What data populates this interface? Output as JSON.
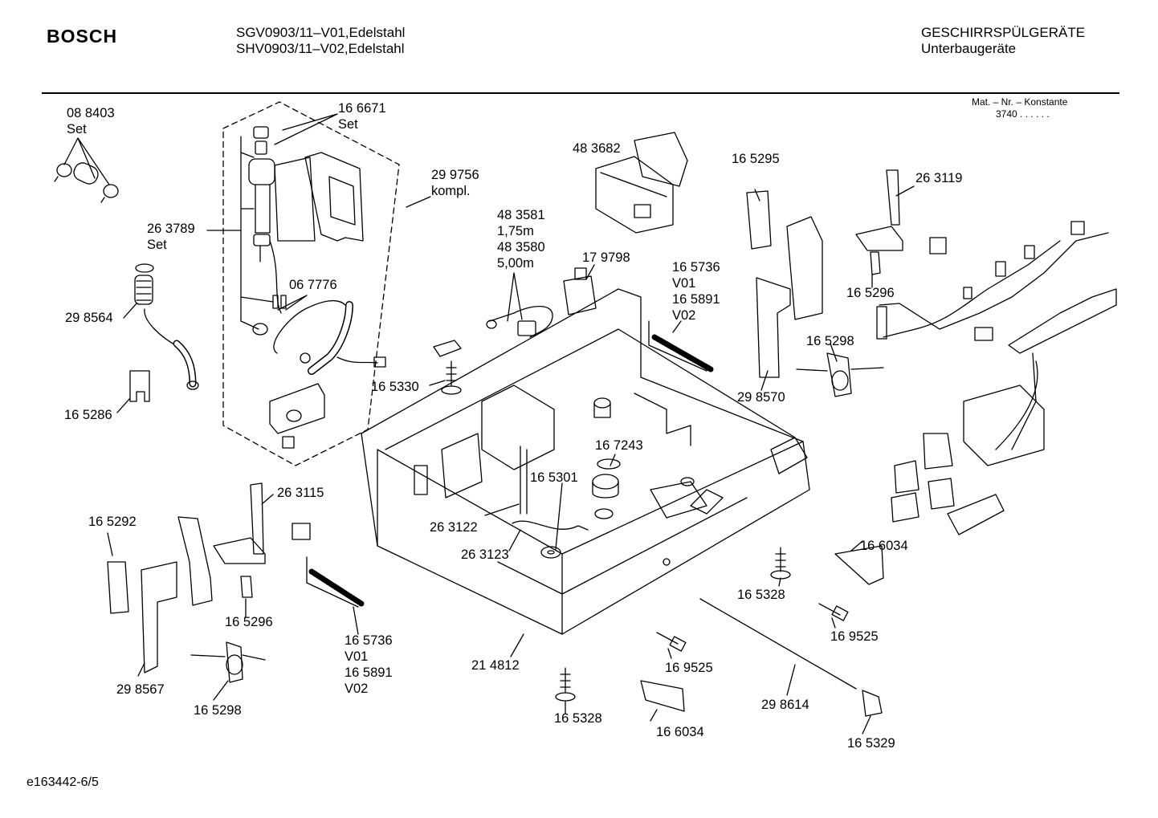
{
  "header": {
    "brand": "BOSCH",
    "models": [
      "SGV0903/11–V01,Edelstahl",
      "SHV0903/11–V02,Edelstahl"
    ],
    "category": [
      "GESCHIRRSPÜLGERÄTE",
      "Unterbaugeräte"
    ],
    "constant_label": "Mat. – Nr. – Konstante",
    "constant_value": "3740  .  .  .  .  .  ."
  },
  "parts": [
    {
      "text": "08 8403\nSet"
    },
    {
      "text": "16 6671\nSet"
    },
    {
      "text": "29 9756\nkompl."
    },
    {
      "text": "26 3789\nSet"
    },
    {
      "text": "29 8564"
    },
    {
      "text": "06 7776"
    },
    {
      "text": "16 5286"
    },
    {
      "text": "48 3682"
    },
    {
      "text": "48 3581\n1,75m\n48 3580\n5,00m"
    },
    {
      "text": "17 9798"
    },
    {
      "text": "16 5736\nV01\n16 5891\nV02"
    },
    {
      "text": "16 5330"
    },
    {
      "text": "16 5295"
    },
    {
      "text": "26 3119"
    },
    {
      "text": "16 5296"
    },
    {
      "text": "16 5298"
    },
    {
      "text": "29 8570"
    },
    {
      "text": "16 7243"
    },
    {
      "text": "16 5301"
    },
    {
      "text": "26 3122"
    },
    {
      "text": "26 3123"
    },
    {
      "text": "26 3115"
    },
    {
      "text": "16 5292"
    },
    {
      "text": "16 5296"
    },
    {
      "text": "16 5736\nV01\n16 5891\nV02"
    },
    {
      "text": "29 8567"
    },
    {
      "text": "16 5298"
    },
    {
      "text": "21 4812"
    },
    {
      "text": "16 5328"
    },
    {
      "text": "16 6034"
    },
    {
      "text": "16 5328"
    },
    {
      "text": "16 9525"
    },
    {
      "text": "16 9525"
    },
    {
      "text": "29 8614"
    },
    {
      "text": "16 6034"
    },
    {
      "text": "16 5329"
    }
  ],
  "footer": {
    "code": "e163442-6/5"
  }
}
